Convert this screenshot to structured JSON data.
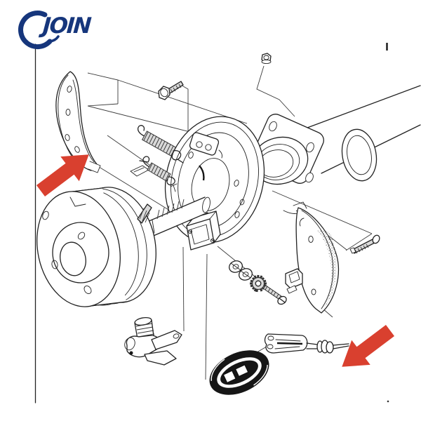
{
  "logo": {
    "text": "JOIN",
    "color": "#16367c"
  },
  "canvas": {
    "background": "#ffffff",
    "line_color": "#222222",
    "accent_color": "#d9402f",
    "left_border_line": true
  },
  "annotations": {
    "arrows": [
      {
        "id": "left-arrow",
        "color": "#d9402f",
        "direction": "up-right",
        "points_to": "brake-shoe-left"
      },
      {
        "id": "right-arrow",
        "color": "#d9402f",
        "direction": "up-left",
        "points_to": "brake-shoe-right"
      }
    ],
    "marks": [
      {
        "id": "tick-top-right"
      },
      {
        "id": "dot-bottom-right"
      }
    ]
  },
  "diagram": {
    "type": "exploded-parts-drawing",
    "subject": "drum brake and rear axle assembly",
    "parts": [
      {
        "id": "brake-drum",
        "label": "Brake drum"
      },
      {
        "id": "brake-shoe-left",
        "label": "Brake shoe (left)"
      },
      {
        "id": "brake-shoe-right",
        "label": "Brake shoe (right, with lining)"
      },
      {
        "id": "return-spring-upper",
        "label": "Return spring (upper)"
      },
      {
        "id": "return-spring-lower",
        "label": "Return spring (lower)"
      },
      {
        "id": "backing-plate",
        "label": "Brake backing plate"
      },
      {
        "id": "top-bracket",
        "label": "Mounting bracket"
      },
      {
        "id": "wheel-cylinder",
        "label": "Wheel cylinder"
      },
      {
        "id": "hex-bolt",
        "label": "Hex flange bolt"
      },
      {
        "id": "nut",
        "label": "Nut"
      },
      {
        "id": "axle-shaft",
        "label": "Axle shaft"
      },
      {
        "id": "axle-flange",
        "label": "Axle flange"
      },
      {
        "id": "axle-tube",
        "label": "Axle tube"
      },
      {
        "id": "hub-collar",
        "label": "Hub collar"
      },
      {
        "id": "anchor-pin",
        "label": "Anchor pin"
      },
      {
        "id": "washers",
        "label": "Washers"
      },
      {
        "id": "adjuster-star-wheel",
        "label": "Adjuster star wheel"
      },
      {
        "id": "adjuster-bolt",
        "label": "Adjuster bolt"
      },
      {
        "id": "shoe-bracket",
        "label": "Shoe retainer bracket"
      },
      {
        "id": "brake-lever",
        "label": "Brake lever assembly"
      },
      {
        "id": "oval-gasket",
        "label": "Oval gasket"
      },
      {
        "id": "cable-clevis",
        "label": "Brake cable clevis"
      }
    ]
  }
}
